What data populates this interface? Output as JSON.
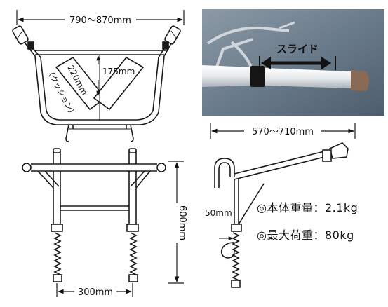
{
  "dimensions": {
    "top_width": "790～870mm",
    "height_inner": "175mm",
    "cushion_length": "220mm",
    "cushion_label": "（クッション）",
    "total_height": "600mm",
    "bottom_width": "300mm",
    "arm_length": "570～710mm",
    "small_gap": "50mm"
  },
  "photo": {
    "slide_label": "スライド"
  },
  "specs": {
    "weight_symbol": "◎",
    "weight_label": "本体重量：2.1kg",
    "load_symbol": "◎",
    "load_label": "最大荷重：80kg"
  },
  "colors": {
    "line": "#1a1a1a",
    "photo_bg": "#6c7e8e",
    "tube": "#e9ecef"
  }
}
